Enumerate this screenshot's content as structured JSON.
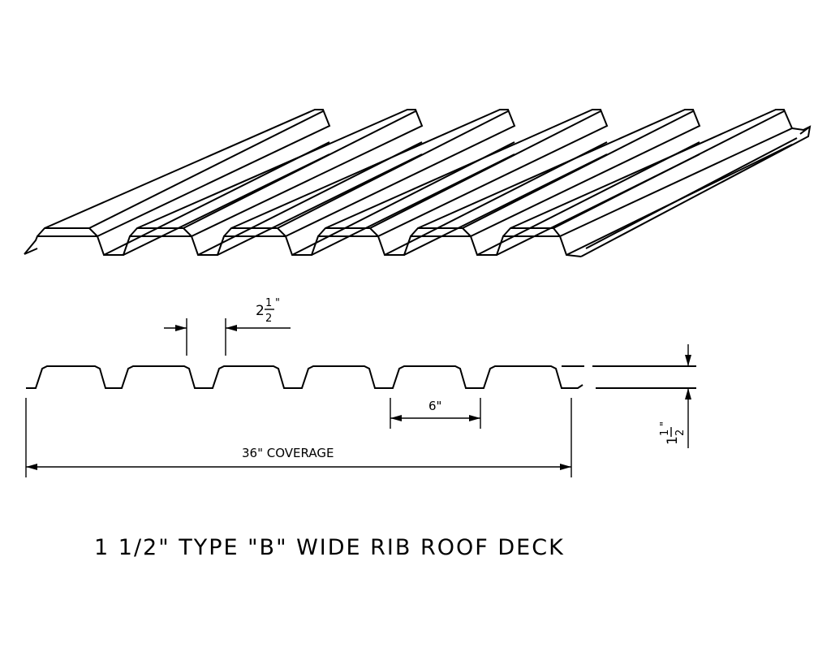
{
  "title": "1 1/2\" TYPE \"B\" WIDE RIB ROOF DECK",
  "dimensions": {
    "rib_opening_whole": "2",
    "rib_opening_num": "1",
    "rib_opening_den": "2",
    "rib_opening_mark": "\"",
    "rib_spacing": "6\"",
    "coverage": "36\" COVERAGE",
    "depth_whole": "1",
    "depth_num": "1",
    "depth_den": "2",
    "depth_mark": "\""
  },
  "colors": {
    "line": "#000000",
    "background": "#ffffff"
  }
}
